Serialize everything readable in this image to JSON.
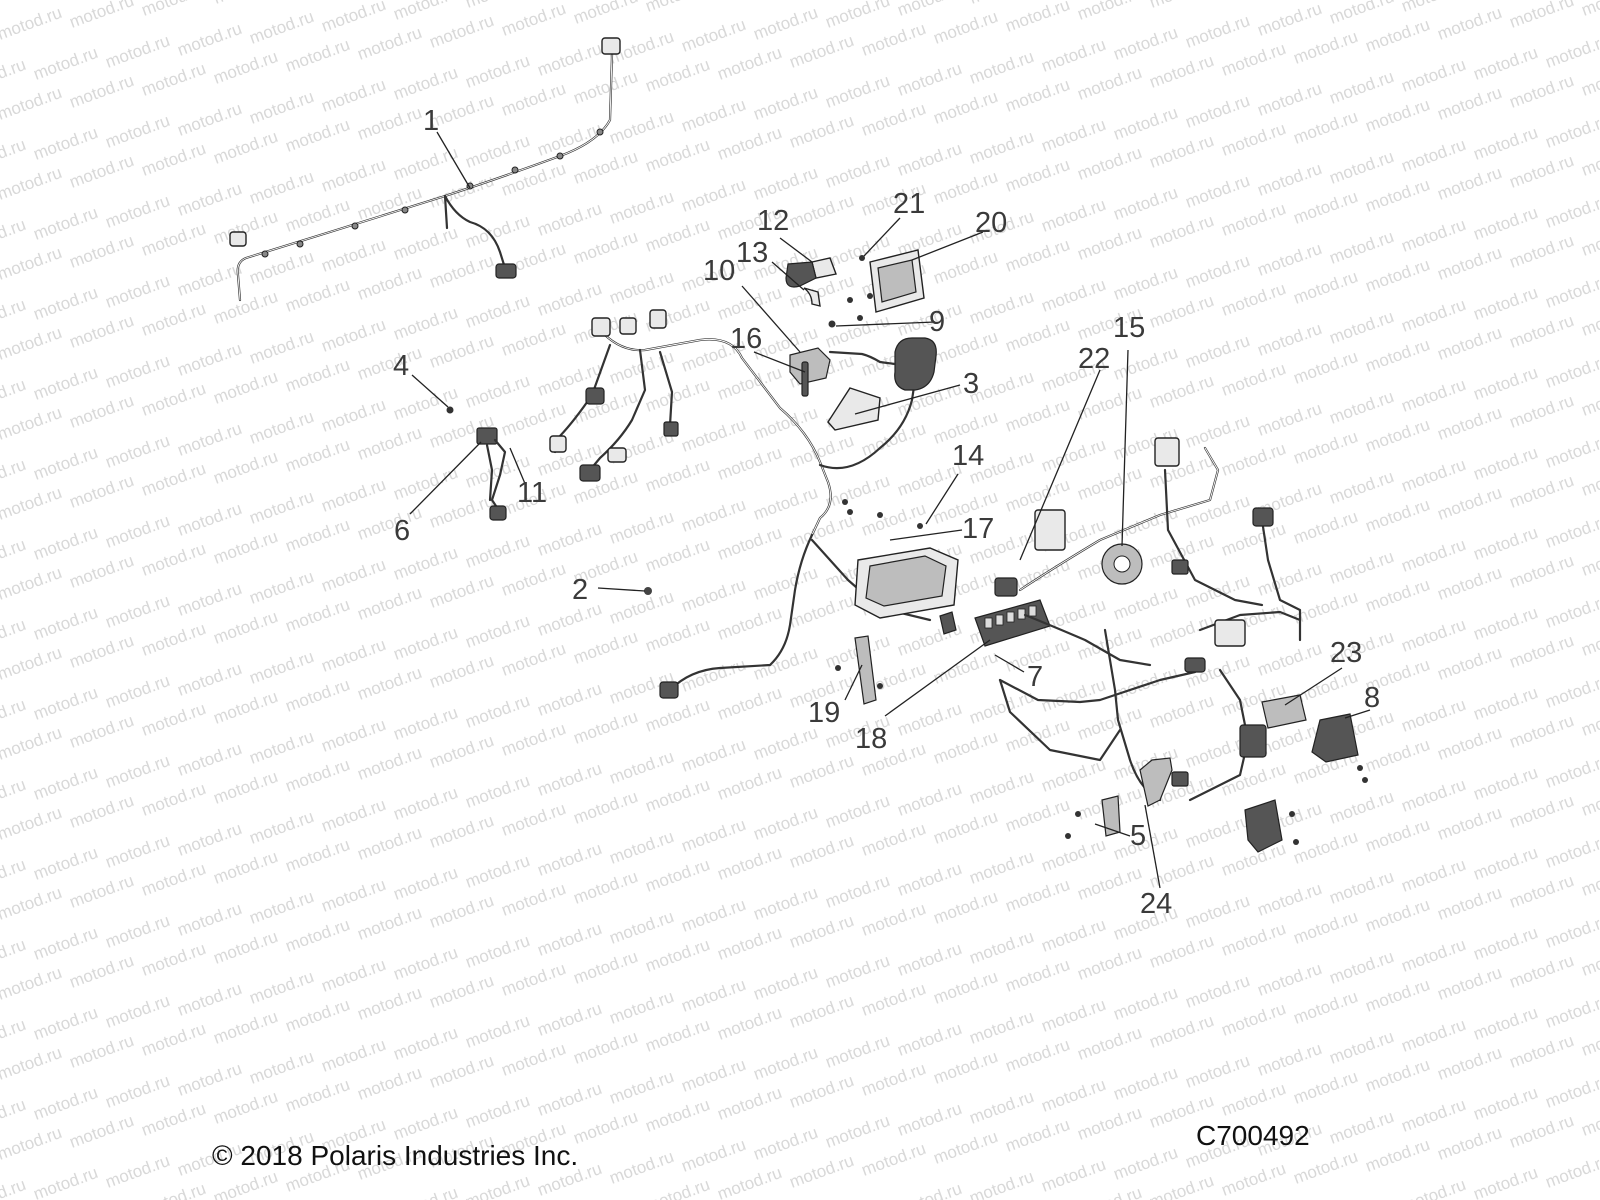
{
  "watermark": "motod.ru",
  "footer": {
    "copyright": "© 2018 Polaris Industries Inc.",
    "figure_code": "C700492"
  },
  "callouts": [
    {
      "id": "1",
      "label": "1"
    },
    {
      "id": "2",
      "label": "2"
    },
    {
      "id": "3",
      "label": "3"
    },
    {
      "id": "4",
      "label": "4"
    },
    {
      "id": "5",
      "label": "5"
    },
    {
      "id": "6",
      "label": "6"
    },
    {
      "id": "7",
      "label": "7"
    },
    {
      "id": "8",
      "label": "8"
    },
    {
      "id": "9",
      "label": "9"
    },
    {
      "id": "10",
      "label": "10"
    },
    {
      "id": "11",
      "label": "11"
    },
    {
      "id": "12",
      "label": "12"
    },
    {
      "id": "13",
      "label": "13"
    },
    {
      "id": "14",
      "label": "14"
    },
    {
      "id": "15",
      "label": "15"
    },
    {
      "id": "16",
      "label": "16"
    },
    {
      "id": "17",
      "label": "17"
    },
    {
      "id": "18",
      "label": "18"
    },
    {
      "id": "19",
      "label": "19"
    },
    {
      "id": "20",
      "label": "20"
    },
    {
      "id": "21",
      "label": "21"
    },
    {
      "id": "22",
      "label": "22"
    },
    {
      "id": "23",
      "label": "23"
    },
    {
      "id": "24",
      "label": "24"
    }
  ]
}
